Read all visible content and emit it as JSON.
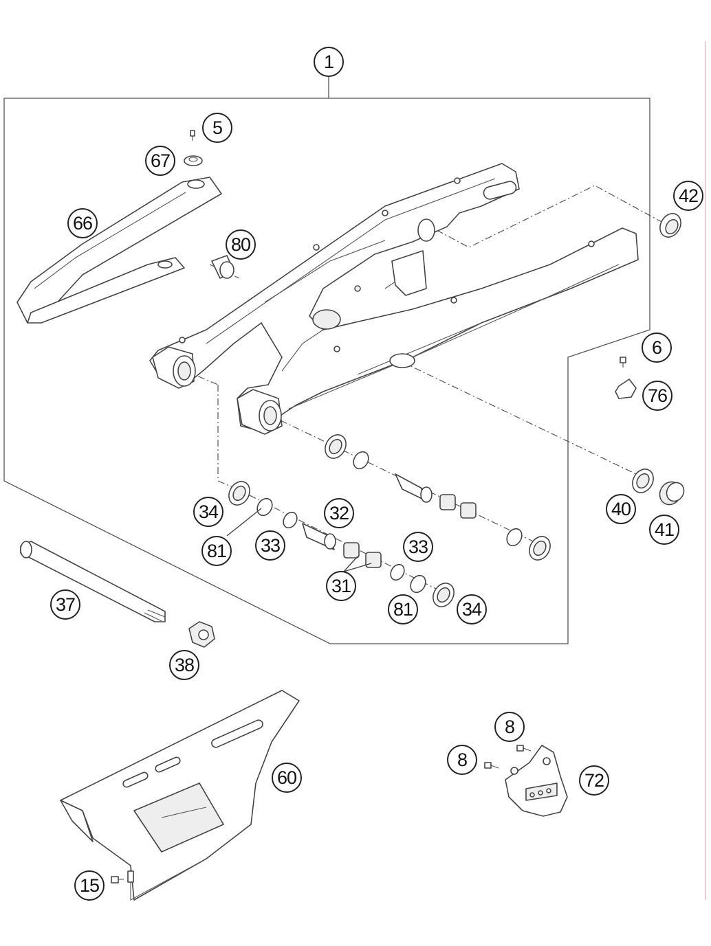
{
  "callouts": {
    "c1": "1",
    "c5": "5",
    "c67": "67",
    "c66": "66",
    "c80": "80",
    "c42": "42",
    "c6": "6",
    "c76": "76",
    "c40": "40",
    "c41": "41",
    "c34a": "34",
    "c81a": "81",
    "c33a": "33",
    "c32": "32",
    "c33b": "33",
    "c31": "31",
    "c81b": "81",
    "c34b": "34",
    "c37": "37",
    "c38": "38",
    "c60": "60",
    "c15": "15",
    "c8a": "8",
    "c8b": "8",
    "c72": "72"
  }
}
